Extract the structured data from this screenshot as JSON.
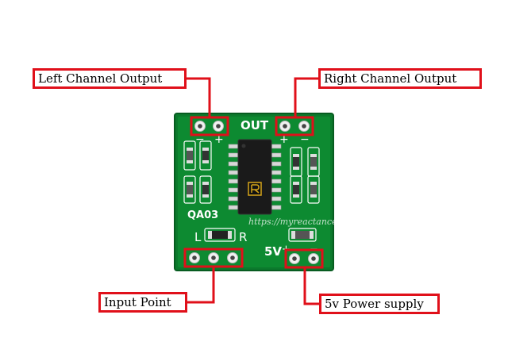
{
  "labels": {
    "left_channel_output": "Left Channel Output",
    "right_channel_output": "Right Channel Output",
    "input_point": "Input Point",
    "power_supply": "5v Power supply"
  },
  "board": {
    "out_text": "OUT",
    "model_text": "QA03",
    "left_text": "L",
    "right_text": "R",
    "voltage_text": "5V",
    "plus_sign": "+",
    "minus_sign": "−",
    "watermark": "https://myreactance.blogspot.com/"
  },
  "colors": {
    "pcb": "#0b7a2c",
    "pcb_dark": "#075c20",
    "callout": "#e0101a",
    "silkscreen": "#ffffff"
  }
}
